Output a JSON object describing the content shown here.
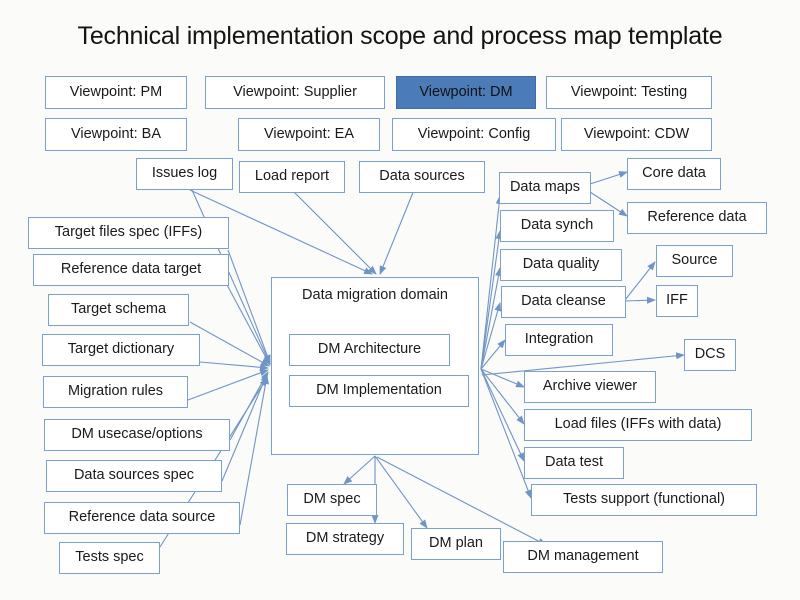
{
  "title": "Technical implementation scope and process map template",
  "colors": {
    "background": "#fbfbf9",
    "box_border": "#7ba0d0",
    "box_fill": "#ffffff",
    "selected_fill": "#4b7cb8",
    "arrow": "#6f94c6",
    "text": "#1a1a1a"
  },
  "viewpoints": {
    "row1": [
      {
        "label": "Viewpoint: PM",
        "selected": false
      },
      {
        "label": "Viewpoint: Supplier",
        "selected": false
      },
      {
        "label": "Viewpoint: DM",
        "selected": true
      },
      {
        "label": "Viewpoint: Testing",
        "selected": false
      }
    ],
    "row2": [
      {
        "label": "Viewpoint: BA",
        "selected": false
      },
      {
        "label": "Viewpoint: EA",
        "selected": false
      },
      {
        "label": "Viewpoint: Config",
        "selected": false
      },
      {
        "label": "Viewpoint: CDW",
        "selected": false
      }
    ]
  },
  "inputs_top": [
    {
      "label": "Issues log"
    },
    {
      "label": "Load report"
    },
    {
      "label": "Data sources"
    }
  ],
  "inputs_left": [
    {
      "label": "Target files spec (IFFs)"
    },
    {
      "label": "Reference data target"
    },
    {
      "label": "Target schema"
    },
    {
      "label": "Target dictionary"
    },
    {
      "label": "Migration rules"
    },
    {
      "label": "DM usecase/options"
    },
    {
      "label": "Data sources spec"
    },
    {
      "label": "Reference data source"
    },
    {
      "label": "Tests spec"
    }
  ],
  "center": {
    "title": "Data migration domain",
    "children": [
      {
        "label": "DM Architecture"
      },
      {
        "label": "DM Implementation"
      }
    ]
  },
  "outputs_right": [
    {
      "label": "Data maps"
    },
    {
      "label": "Data synch"
    },
    {
      "label": "Data quality"
    },
    {
      "label": "Data cleanse"
    },
    {
      "label": "Integration"
    },
    {
      "label": "Archive viewer"
    },
    {
      "label": "Load files (IFFs with data)"
    },
    {
      "label": "Data test"
    },
    {
      "label": "Tests support (functional)"
    }
  ],
  "outputs_far_right": [
    {
      "label": "Core data"
    },
    {
      "label": "Reference data"
    },
    {
      "label": "Source"
    },
    {
      "label": "IFF"
    },
    {
      "label": "DCS"
    }
  ],
  "outputs_bottom": [
    {
      "label": "DM spec"
    },
    {
      "label": "DM strategy"
    },
    {
      "label": "DM plan"
    },
    {
      "label": "DM management"
    }
  ]
}
